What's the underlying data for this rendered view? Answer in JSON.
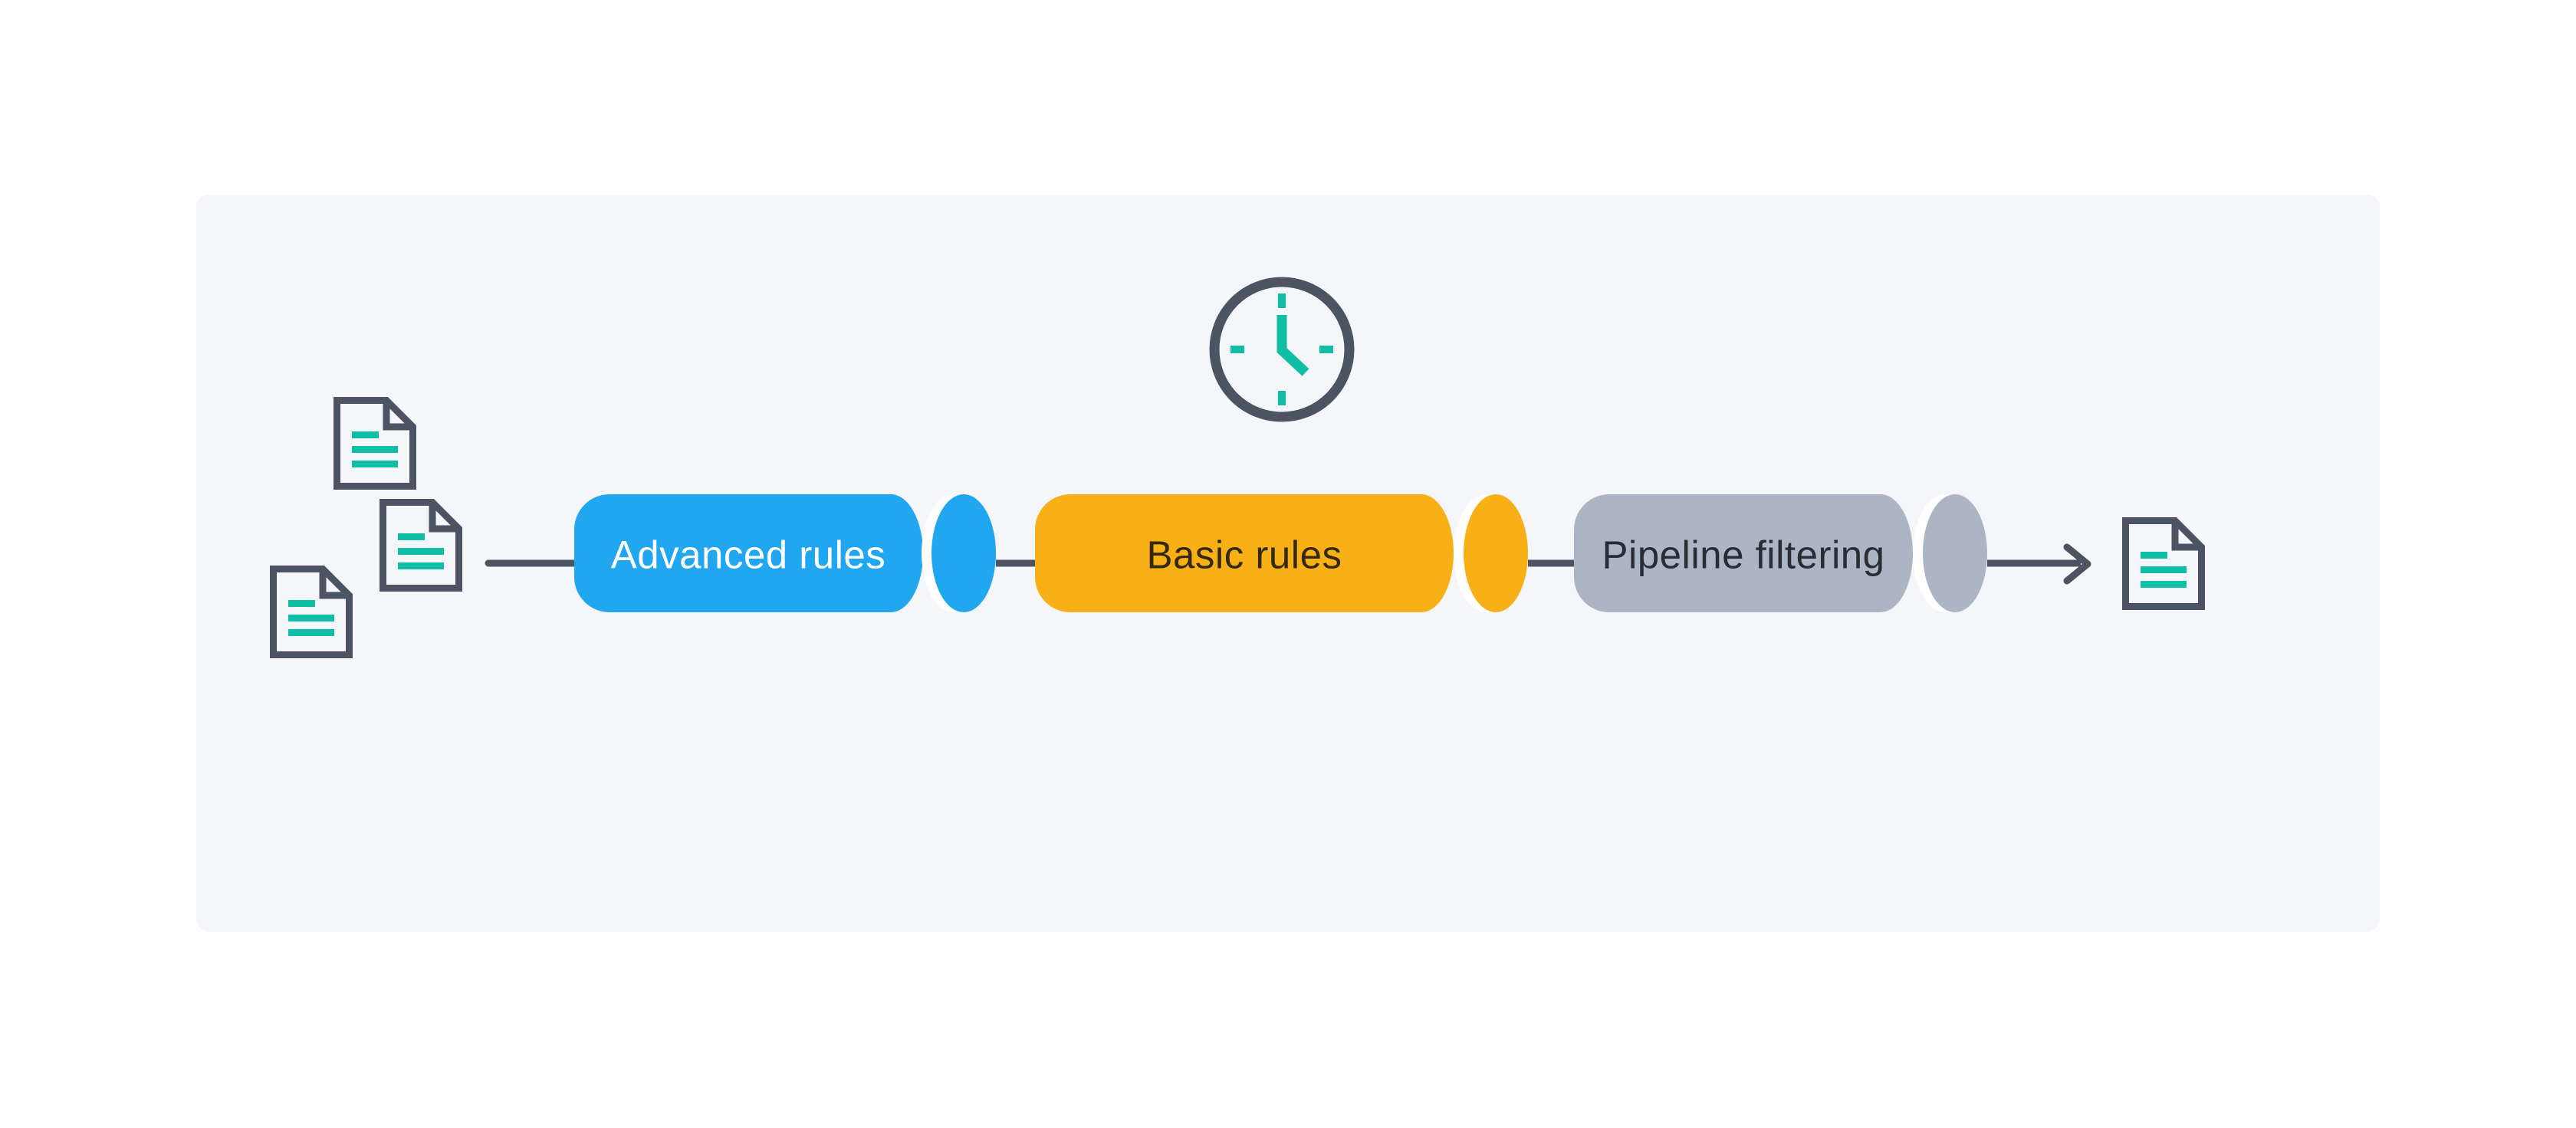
{
  "page": {
    "background": "#FFFFFF"
  },
  "panel": {
    "background": "#F5F6FA",
    "corner_radius": 16
  },
  "palette": {
    "stroke_slate": "#4C5363",
    "teal_accent": "#10BEA6",
    "gap_white": "#FFFFFF"
  },
  "input_documents": {
    "count": 3,
    "icon": "document-icon"
  },
  "clock": {
    "icon": "clock-icon"
  },
  "stages": [
    {
      "id": "advanced-rules",
      "label": "Advanced rules",
      "color": "#21A7F0",
      "text_color": "#FFFFFF"
    },
    {
      "id": "basic-rules",
      "label": "Basic rules",
      "color": "#F9B016",
      "text_color": "#33290E"
    },
    {
      "id": "pipeline-filtering",
      "label": "Pipeline filtering",
      "color": "#ACB5C4",
      "text_color": "#282C35"
    }
  ],
  "flow": {
    "direction": "left-to-right",
    "arrow": "arrow-right-icon"
  },
  "output_document": {
    "icon": "document-icon"
  }
}
